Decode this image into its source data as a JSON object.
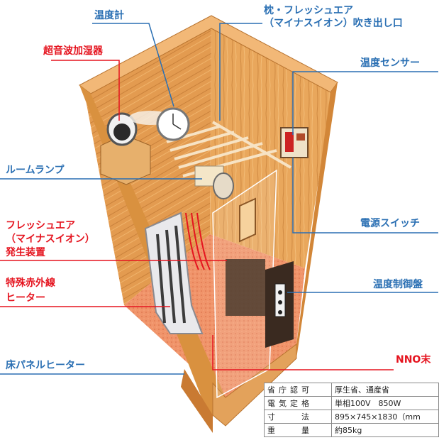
{
  "labels": {
    "thermometer": "温度計",
    "ultrasonic_humidifier": "超音波加湿器",
    "pillow_outlet_line1": "枕・フレッシュエア",
    "pillow_outlet_line2": "（マイナスイオン）吹き出し口",
    "temperature_sensor": "温度センサー",
    "room_lamp": "ルームランプ",
    "fresh_air_gen_line1": "フレッシュエア",
    "fresh_air_gen_line2": "（マイナスイオン）",
    "fresh_air_gen_line3": "発生装置",
    "power_switch": "電源スイッチ",
    "infrared_heater_line1": "特殊赤外線",
    "infrared_heater_line2": "ヒーター",
    "temperature_control_panel": "温度制御盤",
    "floor_panel_heater": "床パネルヒーター",
    "nno": "NNO末"
  },
  "spec_table": [
    {
      "key": "省庁認可",
      "value": "厚生省、通産省"
    },
    {
      "key": "電気定格",
      "value": "単相100V　850W"
    },
    {
      "key": "寸　　法",
      "value": "895×745×1830（mm"
    },
    {
      "key": "重　　量",
      "value": "約85kg"
    }
  ],
  "colors": {
    "blue_label": "#2a6fb3",
    "red_label": "#e5141f",
    "wood": "#e8a35a",
    "wood_dark": "#c97a32",
    "floor": "#e98c5a"
  }
}
